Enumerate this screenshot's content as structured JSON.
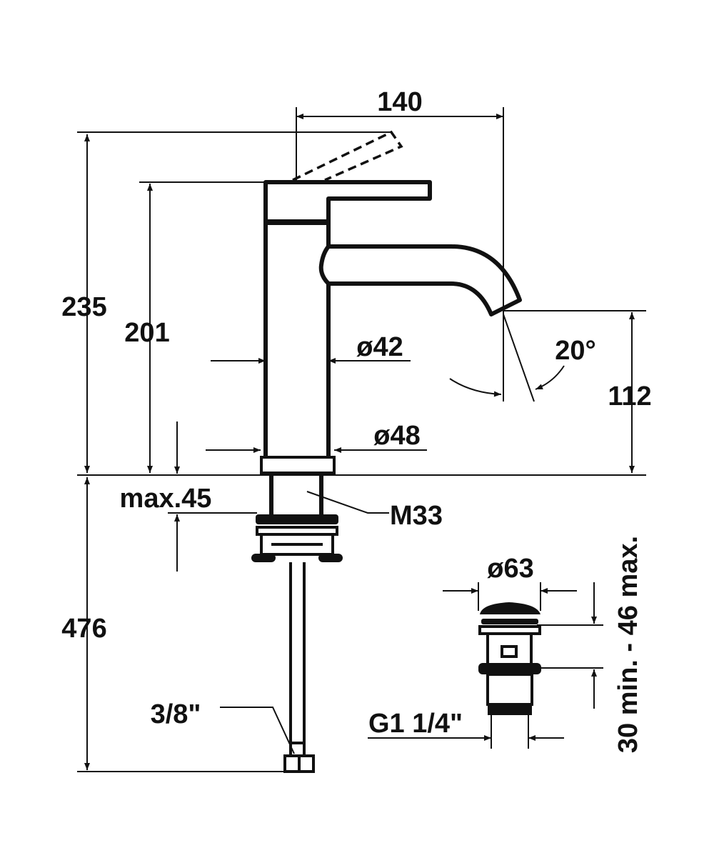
{
  "title": "Basin mixer technical drawing",
  "dimensions": {
    "lever_reach": "140",
    "total_height": "235",
    "body_height": "201",
    "body_diameter": "ø42",
    "base_diameter": "ø48",
    "spout_height": "112",
    "lever_angle": "20°",
    "max_deck_thickness": "max.45",
    "thread": "M33",
    "hose_length": "476",
    "hose_connection": "3/8\""
  },
  "waste": {
    "diameter": "ø63",
    "thread": "G1 1/4\"",
    "range": "30 min. - 46 max."
  },
  "colors": {
    "ink": "#111111",
    "background": "#ffffff"
  }
}
